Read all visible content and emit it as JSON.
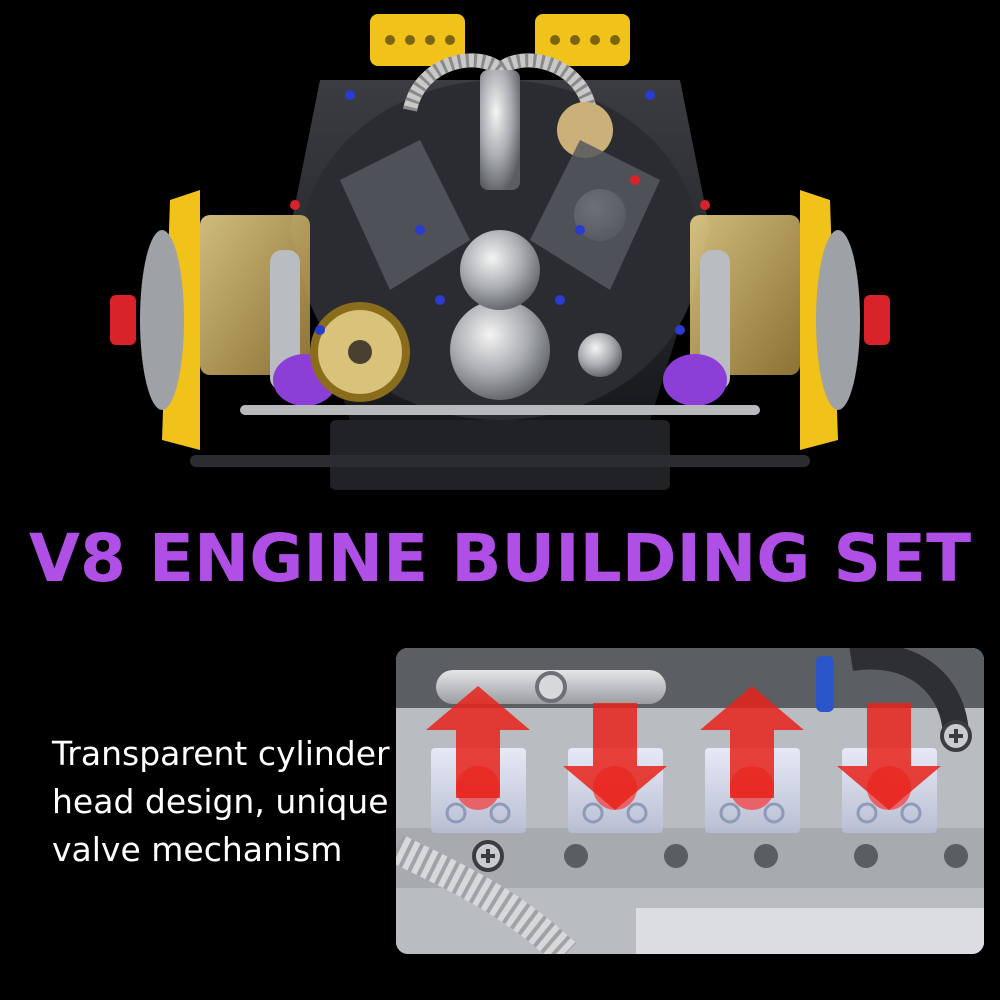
{
  "headline": {
    "text": "V8 ENGINE BUILDING SET",
    "color": "#b04fe6"
  },
  "caption": {
    "lines": [
      "Transparent cylinder",
      "head design, unique",
      "valve mechanism"
    ],
    "color": "#ffffff"
  },
  "detail_image": {
    "arrows": [
      "up",
      "down",
      "up",
      "down"
    ],
    "arrow_color": "#e8221a"
  },
  "hero_image": {
    "accent_yellow": "#f0c21a",
    "accent_purple": "#8b3fd6",
    "accent_red": "#d8232a"
  }
}
